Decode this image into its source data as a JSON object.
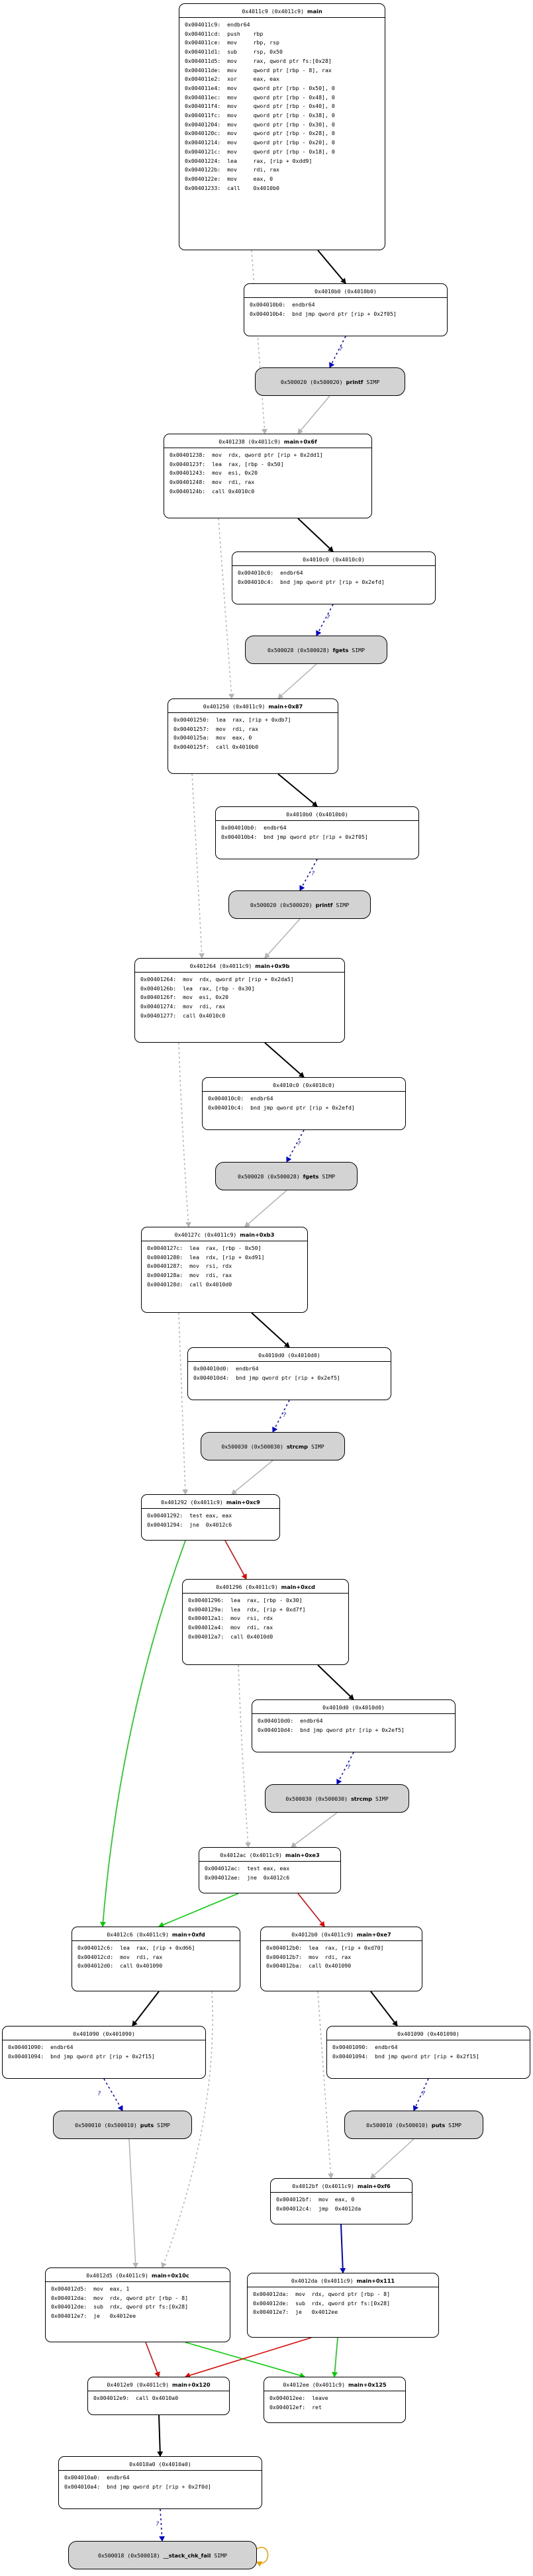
{
  "nodes": {
    "main": {
      "addr": "0x4011c9 (0x4011c9)",
      "sym": "main",
      "lines": [
        "0x004011c9:  endbr64",
        "0x004011cd:  push    rbp",
        "0x004011ce:  mov     rbp, rsp",
        "0x004011d1:  sub     rsp, 0x50",
        "0x004011d5:  mov     rax, qword ptr fs:[0x28]",
        "0x004011de:  mov     qword ptr [rbp - 8], rax",
        "0x004011e2:  xor     eax, eax",
        "0x004011e4:  mov     qword ptr [rbp - 0x50], 0",
        "0x004011ec:  mov     qword ptr [rbp - 0x48], 0",
        "0x004011f4:  mov     qword ptr [rbp - 0x40], 0",
        "0x004011fc:  mov     qword ptr [rbp - 0x38], 0",
        "0x00401204:  mov     qword ptr [rbp - 0x30], 0",
        "0x0040120c:  mov     qword ptr [rbp - 0x28], 0",
        "0x00401214:  mov     qword ptr [rbp - 0x20], 0",
        "0x0040121c:  mov     qword ptr [rbp - 0x18], 0",
        "0x00401224:  lea     rax, [rip + 0xdd9]",
        "0x0040122b:  mov     rdi, rax",
        "0x0040122e:  mov     eax, 0",
        "0x00401233:  call    0x4010b0"
      ]
    },
    "plt_printf1": {
      "addr": "0x4010b0 (0x4010b0)",
      "sym": "",
      "lines": [
        "0x004010b0:  endbr64",
        "0x004010b4:  bnd jmp qword ptr [rip + 0x2f05]"
      ]
    },
    "ext_printf1": {
      "addr": "0x500020 (0x500020)",
      "sym": "printf",
      "suffix": "SIMP"
    },
    "main_6f": {
      "addr": "0x401238 (0x4011c9)",
      "sym": "main+0x6f",
      "lines": [
        "0x00401238:  mov  rdx, qword ptr [rip + 0x2dd1]",
        "0x0040123f:  lea  rax, [rbp - 0x50]",
        "0x00401243:  mov  esi, 0x20",
        "0x00401248:  mov  rdi, rax",
        "0x0040124b:  call 0x4010c0"
      ]
    },
    "plt_fgets1": {
      "addr": "0x4010c0 (0x4010c0)",
      "sym": "",
      "lines": [
        "0x004010c0:  endbr64",
        "0x004010c4:  bnd jmp qword ptr [rip + 0x2efd]"
      ]
    },
    "ext_fgets1": {
      "addr": "0x500028 (0x500028)",
      "sym": "fgets",
      "suffix": "SIMP"
    },
    "main_87": {
      "addr": "0x401250 (0x4011c9)",
      "sym": "main+0x87",
      "lines": [
        "0x00401250:  lea  rax, [rip + 0xdb7]",
        "0x00401257:  mov  rdi, rax",
        "0x0040125a:  mov  eax, 0",
        "0x0040125f:  call 0x4010b0"
      ]
    },
    "plt_printf2": {
      "addr": "0x4010b0 (0x4010b0)",
      "sym": "",
      "lines": [
        "0x004010b0:  endbr64",
        "0x004010b4:  bnd jmp qword ptr [rip + 0x2f05]"
      ]
    },
    "ext_printf2": {
      "addr": "0x500020 (0x500020)",
      "sym": "printf",
      "suffix": "SIMP"
    },
    "main_9b": {
      "addr": "0x401264 (0x4011c9)",
      "sym": "main+0x9b",
      "lines": [
        "0x00401264:  mov  rdx, qword ptr [rip + 0x2da5]",
        "0x0040126b:  lea  rax, [rbp - 0x30]",
        "0x0040126f:  mov  esi, 0x20",
        "0x00401274:  mov  rdi, rax",
        "0x00401277:  call 0x4010c0"
      ]
    },
    "plt_fgets2": {
      "addr": "0x4010c0 (0x4010c0)",
      "sym": "",
      "lines": [
        "0x004010c0:  endbr64",
        "0x004010c4:  bnd jmp qword ptr [rip + 0x2efd]"
      ]
    },
    "ext_fgets2": {
      "addr": "0x500028 (0x500028)",
      "sym": "fgets",
      "suffix": "SIMP"
    },
    "main_b3": {
      "addr": "0x40127c (0x4011c9)",
      "sym": "main+0xb3",
      "lines": [
        "0x0040127c:  lea  rax, [rbp - 0x50]",
        "0x00401280:  lea  rdx, [rip + 0xd91]",
        "0x00401287:  mov  rsi, rdx",
        "0x0040128a:  mov  rdi, rax",
        "0x0040128d:  call 0x4010d0"
      ]
    },
    "plt_strcmp1": {
      "addr": "0x4010d0 (0x4010d0)",
      "sym": "",
      "lines": [
        "0x004010d0:  endbr64",
        "0x004010d4:  bnd jmp qword ptr [rip + 0x2ef5]"
      ]
    },
    "ext_strcmp1": {
      "addr": "0x500030 (0x500030)",
      "sym": "strcmp",
      "suffix": "SIMP"
    },
    "main_c9": {
      "addr": "0x401292 (0x4011c9)",
      "sym": "main+0xc9",
      "lines": [
        "0x00401292:  test eax, eax",
        "0x00401294:  jne  0x4012c6"
      ]
    },
    "main_cd": {
      "addr": "0x401296 (0x4011c9)",
      "sym": "main+0xcd",
      "lines": [
        "0x00401296:  lea  rax, [rbp - 0x30]",
        "0x0040129a:  lea  rdx, [rip + 0xd7f]",
        "0x004012a1:  mov  rsi, rdx",
        "0x004012a4:  mov  rdi, rax",
        "0x004012a7:  call 0x4010d0"
      ]
    },
    "plt_strcmp2": {
      "addr": "0x4010d0 (0x4010d0)",
      "sym": "",
      "lines": [
        "0x004010d0:  endbr64",
        "0x004010d4:  bnd jmp qword ptr [rip + 0x2ef5]"
      ]
    },
    "ext_strcmp2": {
      "addr": "0x500030 (0x500030)",
      "sym": "strcmp",
      "suffix": "SIMP"
    },
    "main_e3": {
      "addr": "0x4012ac (0x4011c9)",
      "sym": "main+0xe3",
      "lines": [
        "0x004012ac:  test eax, eax",
        "0x004012ae:  jne  0x4012c6"
      ]
    },
    "main_fd": {
      "addr": "0x4012c6 (0x4011c9)",
      "sym": "main+0xfd",
      "lines": [
        "0x004012c6:  lea  rax, [rip + 0xd66]",
        "0x004012cd:  mov  rdi, rax",
        "0x004012d0:  call 0x401090"
      ]
    },
    "main_e7": {
      "addr": "0x4012b0 (0x4011c9)",
      "sym": "main+0xe7",
      "lines": [
        "0x004012b0:  lea  rax, [rip + 0xd70]",
        "0x004012b7:  mov  rdi, rax",
        "0x004012ba:  call 0x401090"
      ]
    },
    "plt_puts1": {
      "addr": "0x401090 (0x401090)",
      "sym": "",
      "lines": [
        "0x00401090:  endbr64",
        "0x00401094:  bnd jmp qword ptr [rip + 0x2f15]"
      ]
    },
    "plt_puts2": {
      "addr": "0x401090 (0x401090)",
      "sym": "",
      "lines": [
        "0x00401090:  endbr64",
        "0x00401094:  bnd jmp qword ptr [rip + 0x2f15]"
      ]
    },
    "ext_puts1": {
      "addr": "0x500010 (0x500010)",
      "sym": "puts",
      "suffix": "SIMP"
    },
    "ext_puts2": {
      "addr": "0x500010 (0x500010)",
      "sym": "puts",
      "suffix": "SIMP"
    },
    "main_f6": {
      "addr": "0x4012bf (0x4011c9)",
      "sym": "main+0xf6",
      "lines": [
        "0x004012bf:  mov  eax, 0",
        "0x004012c4:  jmp  0x4012da"
      ]
    },
    "main_10c": {
      "addr": "0x4012d5 (0x4011c9)",
      "sym": "main+0x10c",
      "lines": [
        "0x004012d5:  mov  eax, 1",
        "0x004012da:  mov  rdx, qword ptr [rbp - 8]",
        "0x004012de:  sub  rdx, qword ptr fs:[0x28]",
        "0x004012e7:  je   0x4012ee"
      ]
    },
    "main_111": {
      "addr": "0x4012da (0x4011c9)",
      "sym": "main+0x111",
      "lines": [
        "0x004012da:  mov  rdx, qword ptr [rbp - 8]",
        "0x004012de:  sub  rdx, qword ptr fs:[0x28]",
        "0x004012e7:  je   0x4012ee"
      ]
    },
    "main_120": {
      "addr": "0x4012e9 (0x4011c9)",
      "sym": "main+0x120",
      "lines": [
        "0x004012e9:  call 0x4010a0"
      ]
    },
    "main_125": {
      "addr": "0x4012ee (0x4011c9)",
      "sym": "main+0x125",
      "lines": [
        "0x004012ee:  leave",
        "0x004012ef:  ret"
      ]
    },
    "plt_chk": {
      "addr": "0x4010a0 (0x4010a0)",
      "sym": "",
      "lines": [
        "0x004010a0:  endbr64",
        "0x004010a4:  bnd jmp qword ptr [rip + 0x2f0d]"
      ]
    },
    "ext_chk": {
      "addr": "0x500018 (0x500018)",
      "sym": "__stack_chk_fail",
      "suffix": "SIMP"
    }
  },
  "edge_label": "?",
  "colors": {
    "call": "#000000",
    "fallthrough": "#b3b3b3",
    "plt": "#0000cc",
    "true": "#00cc00",
    "false": "#dd0000",
    "loop": "#e8a000"
  }
}
